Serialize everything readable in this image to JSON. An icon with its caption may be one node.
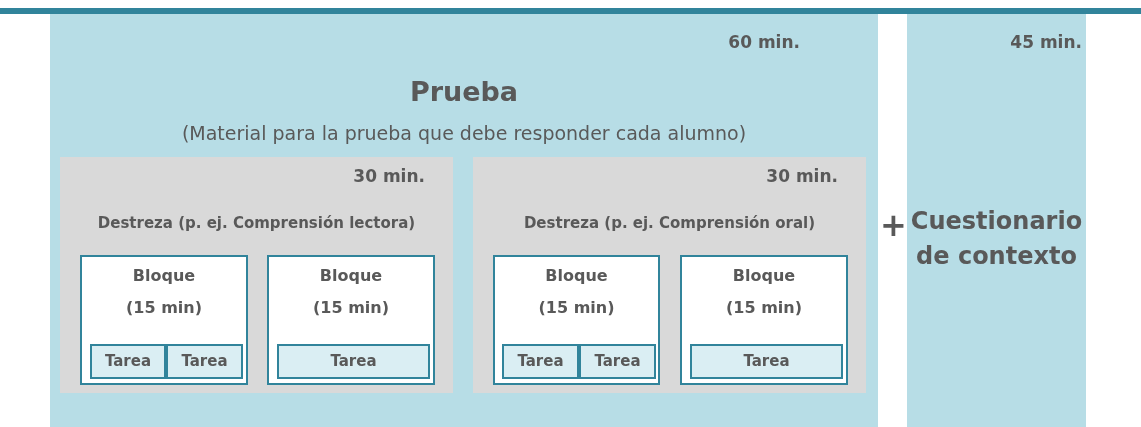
{
  "diagram": {
    "nodes": [
      {
        "text": [
          "Prueba",
          "(Material para la prueba que debe responder cada alumno)"
        ],
        "beside": [
          "60 min."
        ]
      },
      {
        "text": [
          "Destreza (p. ej. Comprensión lectora)"
        ],
        "beside": [
          "30 min."
        ],
        "in": 0
      },
      {
        "text": [
          "Bloque",
          "(15 min)"
        ],
        "in": 1
      },
      {
        "text": [
          "Tarea"
        ],
        "in": 2
      },
      {
        "text": [
          "Tarea"
        ],
        "in": 2
      },
      {
        "text": [
          "Bloque",
          "(15 min)"
        ],
        "in": 1
      },
      {
        "text": [
          "Tarea"
        ],
        "in": 5
      },
      {
        "text": [
          "Destreza (p. ej. Comprensión oral)"
        ],
        "beside": [
          "30 min."
        ],
        "in": 0
      },
      {
        "text": [
          "Bloque",
          "(15 min)"
        ],
        "in": 7
      },
      {
        "text": [
          "Tarea"
        ],
        "in": 8
      },
      {
        "text": [
          "Tarea"
        ],
        "in": 8
      },
      {
        "text": [
          "Bloque",
          "(15 min)"
        ],
        "in": 7
      },
      {
        "text": [
          "Tarea"
        ],
        "in": 11
      },
      {
        "text": [
          "45 min.",
          "Cuestionario de contexto"
        ]
      }
    ],
    "labels": [
      "+"
    ]
  }
}
